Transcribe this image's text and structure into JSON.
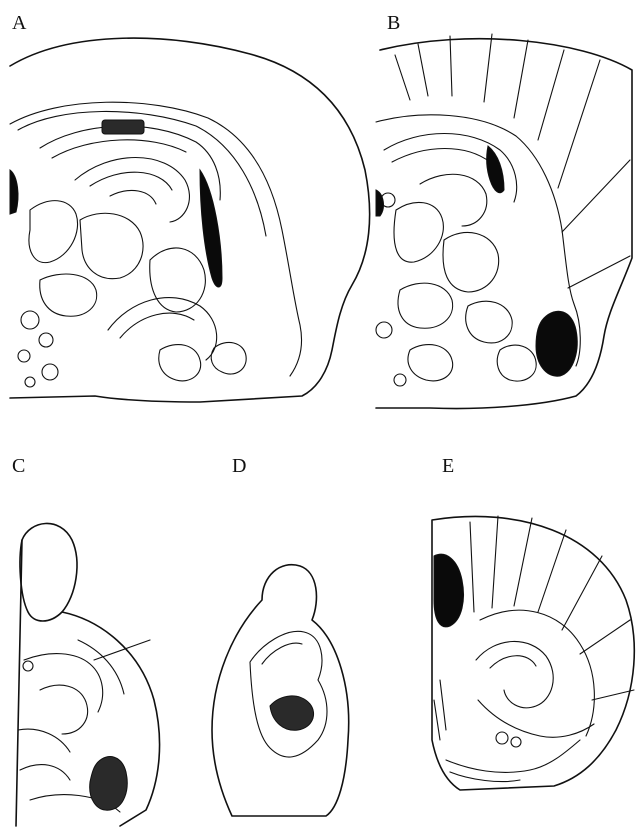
{
  "panels": [
    {
      "label": "A"
    },
    {
      "label": "B"
    },
    {
      "label": "C"
    },
    {
      "label": "D"
    },
    {
      "label": "E"
    }
  ],
  "colors": {
    "line": "#111111",
    "lesion_solid": "#0a0a0a",
    "lesion_stippled": "#2a2a2a",
    "background": "#ffffff"
  }
}
